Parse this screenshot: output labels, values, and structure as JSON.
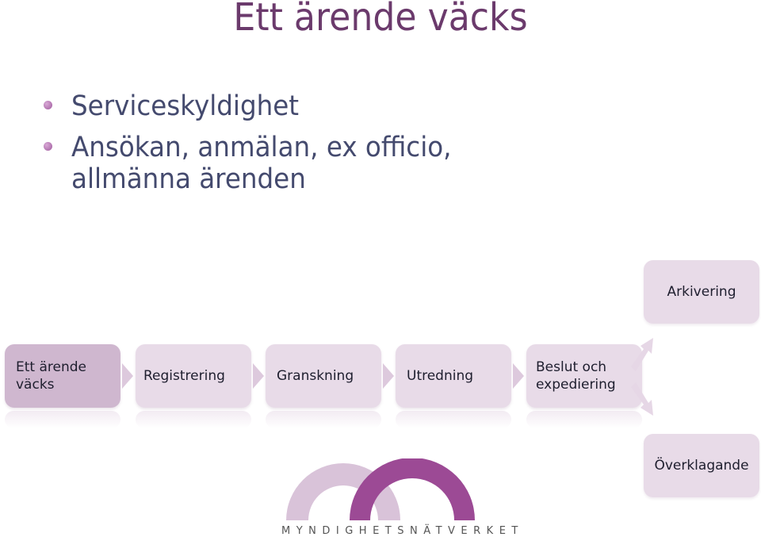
{
  "slide": {
    "title": "Ett ärende väcks",
    "bullets": [
      "Serviceskyldighet",
      "Ansökan, anmälan, ex officio, allmänna ärenden"
    ]
  },
  "process": {
    "steps": [
      {
        "label": "Ett ärende väcks"
      },
      {
        "label": "Registrering"
      },
      {
        "label": "Granskning"
      },
      {
        "label": "Utredning"
      },
      {
        "label": "Beslut och expediering"
      }
    ],
    "branch_up": "Arkivering",
    "branch_down": "Överklagande"
  },
  "logo": {
    "text": "MYNDIGHETSNÄTVERKET",
    "colors": {
      "light": "#d9c3d9",
      "dark": "#9c4a95"
    }
  },
  "colors": {
    "title": "#6b3a6c",
    "bullet_text": "#444a6e",
    "box": "#e8dbe8",
    "box_first": "#cfb7cf"
  }
}
